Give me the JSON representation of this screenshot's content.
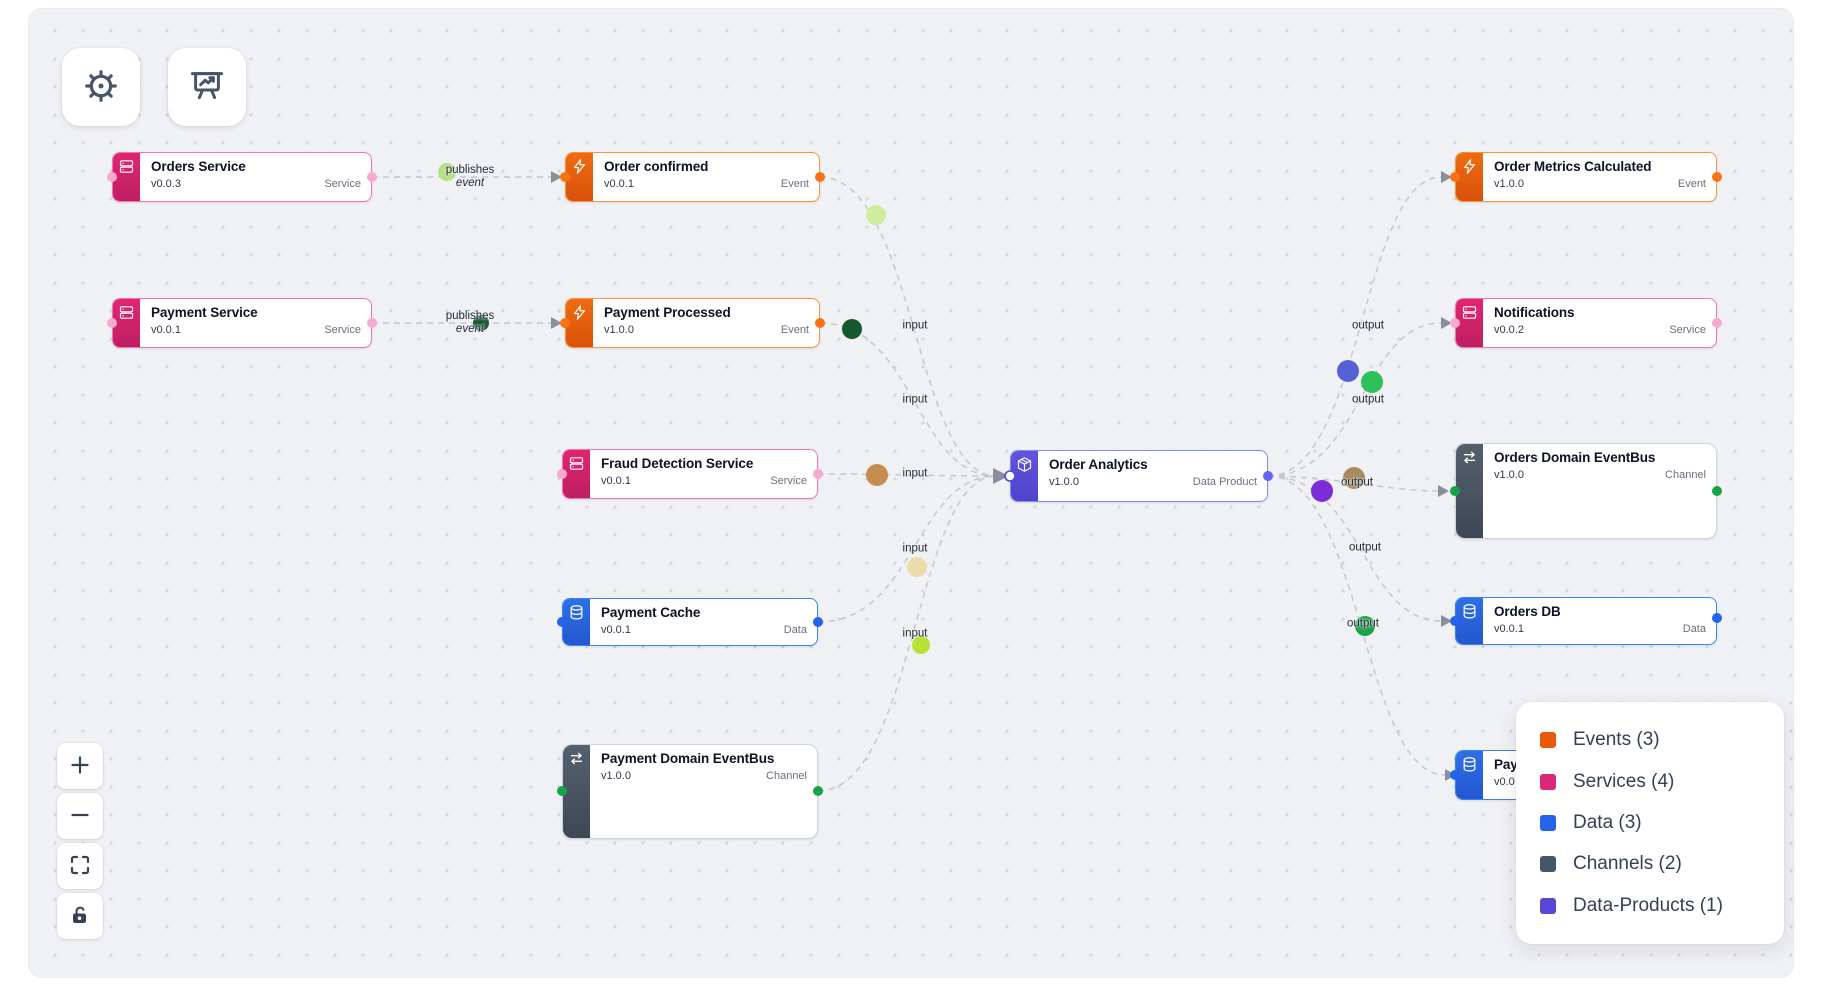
{
  "toolbar": {
    "buttons": [
      {
        "id": "settings",
        "icon": "gear-icon"
      },
      {
        "id": "presentation",
        "icon": "presentation-chart-icon"
      }
    ]
  },
  "controls": [
    {
      "id": "zoom-in",
      "icon": "plus-icon"
    },
    {
      "id": "zoom-out",
      "icon": "minus-icon"
    },
    {
      "id": "fit-view",
      "icon": "fit-view-icon"
    },
    {
      "id": "lock",
      "icon": "lock-open-icon"
    }
  ],
  "nodes": [
    {
      "id": "orders-service",
      "title": "Orders Service",
      "version": "v0.0.3",
      "type": "Service"
    },
    {
      "id": "payment-service",
      "title": "Payment Service",
      "version": "v0.0.1",
      "type": "Service"
    },
    {
      "id": "order-confirmed",
      "title": "Order confirmed",
      "version": "v0.0.1",
      "type": "Event"
    },
    {
      "id": "payment-processed",
      "title": "Payment Processed",
      "version": "v1.0.0",
      "type": "Event"
    },
    {
      "id": "fraud-detection-service",
      "title": "Fraud Detection Service",
      "version": "v0.0.1",
      "type": "Service"
    },
    {
      "id": "payment-cache",
      "title": "Payment Cache",
      "version": "v0.0.1",
      "type": "Data"
    },
    {
      "id": "payment-domain-eventbus",
      "title": "Payment Domain EventBus",
      "version": "v1.0.0",
      "type": "Channel"
    },
    {
      "id": "order-analytics",
      "title": "Order Analytics",
      "version": "v1.0.0",
      "type": "Data Product"
    },
    {
      "id": "order-metrics-calculated",
      "title": "Order Metrics Calculated",
      "version": "v1.0.0",
      "type": "Event"
    },
    {
      "id": "notifications",
      "title": "Notifications",
      "version": "v0.0.2",
      "type": "Service"
    },
    {
      "id": "orders-domain-eventbus",
      "title": "Orders Domain EventBus",
      "version": "v1.0.0",
      "type": "Channel"
    },
    {
      "id": "orders-db",
      "title": "Orders DB",
      "version": "v0.0.1",
      "type": "Data"
    },
    {
      "id": "payments-db-partial",
      "title": "Pay",
      "version": "v0.0"
    }
  ],
  "edge_labels": {
    "publishes": "publishes",
    "event": "event",
    "input": "input",
    "output": "output"
  },
  "legend": {
    "items": [
      {
        "label": "Events (3)",
        "color": "#ea580c"
      },
      {
        "label": "Services (4)",
        "color": "#db2777"
      },
      {
        "label": "Data (3)",
        "color": "#2563eb"
      },
      {
        "label": "Channels (2)",
        "color": "#475569"
      },
      {
        "label": "Data-Products (1)",
        "color": "#5748d9"
      }
    ]
  },
  "colors": {
    "event_accent": "#ea580c",
    "service_accent": "#db2777",
    "data_accent": "#2563eb",
    "channel_accent": "#475569",
    "data_product_accent": "#5748d9",
    "edge": "#c4c8cf",
    "arrowhead": "#8a9099"
  },
  "edge_dots": [
    {
      "color": "#b7e185"
    },
    {
      "color": "#1a5c32"
    },
    {
      "color": "#cfec9f"
    },
    {
      "color": "#14582e"
    },
    {
      "color": "#c68d51"
    },
    {
      "color": "#eedaab"
    },
    {
      "color": "#b8e135"
    },
    {
      "color": "#5661d8"
    },
    {
      "color": "#2ec158"
    },
    {
      "color": "#aa8a60"
    },
    {
      "color": "#7a2ed7"
    },
    {
      "color": "#1da24c"
    }
  ]
}
